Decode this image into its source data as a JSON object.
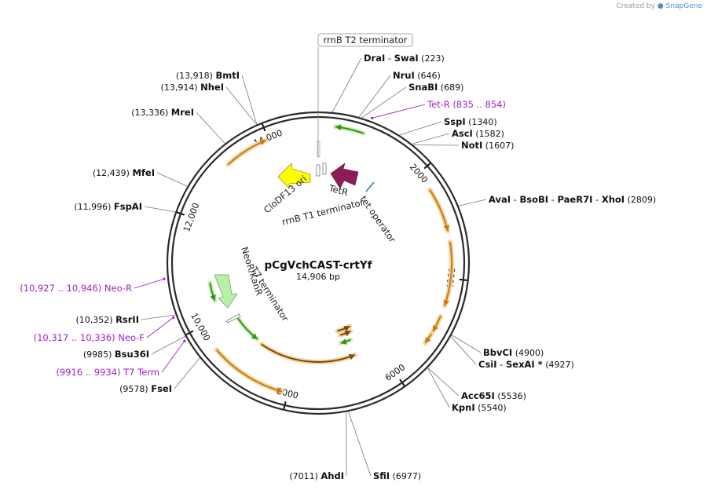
{
  "credit": {
    "prefix": "Created by",
    "brand": "SnapGene"
  },
  "plasmid": {
    "name": "pCgVchCAST-crtYf",
    "size_label": "14,906 bp",
    "length_bp": 14906
  },
  "colors": {
    "backbone": "#2b2b2b",
    "orf_fill": "#c97a12",
    "orf_halo": "#f3d59e",
    "primer": "#a020c8",
    "cloDF13_ori": "#ffff00",
    "tetR": "#8b1e57",
    "neoR_kanR": "#b8f0a8",
    "green_arrow": "#3a8e1a",
    "tet_operator": "#2a7ab8",
    "terminator": "#888888"
  },
  "ticks": [
    {
      "bp": 2000,
      "label": "2000"
    },
    {
      "bp": 4000,
      "label": "4000"
    },
    {
      "bp": 6000,
      "label": "6000"
    },
    {
      "bp": 8000,
      "label": "8000"
    },
    {
      "bp": 10000,
      "label": "10,000"
    },
    {
      "bp": 12000,
      "label": "12,000"
    },
    {
      "bp": 14000,
      "label": "14,000"
    }
  ],
  "sites": [
    {
      "id": "dral-swal",
      "names": [
        "DraI",
        "SwaI"
      ],
      "pos": "(223)",
      "bp": 223,
      "side": "right",
      "star": false
    },
    {
      "id": "nrui",
      "names": [
        "NruI"
      ],
      "pos": "(646)",
      "bp": 646,
      "side": "right",
      "star": false
    },
    {
      "id": "snabi",
      "names": [
        "SnaBI"
      ],
      "pos": "(689)",
      "bp": 689,
      "side": "right",
      "star": false
    },
    {
      "id": "sspi",
      "names": [
        "SspI"
      ],
      "pos": "(1340)",
      "bp": 1340,
      "side": "right",
      "star": false
    },
    {
      "id": "asci",
      "names": [
        "AscI"
      ],
      "pos": "(1582)",
      "bp": 1582,
      "side": "right",
      "star": false
    },
    {
      "id": "noti",
      "names": [
        "NotI"
      ],
      "pos": "(1607)",
      "bp": 1607,
      "side": "right",
      "star": false
    },
    {
      "id": "aval-xhoi",
      "names": [
        "AvaI",
        "BsoBI",
        "PaeR7I",
        "XhoI"
      ],
      "pos": "(2809)",
      "bp": 2809,
      "side": "right",
      "star": false
    },
    {
      "id": "bbvci",
      "names": [
        "BbvCI"
      ],
      "pos": "(4900)",
      "bp": 4900,
      "side": "right",
      "star": false
    },
    {
      "id": "csii-sexai",
      "names": [
        "CsiI",
        "SexAI"
      ],
      "pos": "(4927)",
      "bp": 4927,
      "side": "right",
      "star": true
    },
    {
      "id": "acc65i",
      "names": [
        "Acc65I"
      ],
      "pos": "(5536)",
      "bp": 5536,
      "side": "right",
      "star": false
    },
    {
      "id": "kpni",
      "names": [
        "KpnI"
      ],
      "pos": "(5540)",
      "bp": 5540,
      "side": "right",
      "star": false
    },
    {
      "id": "sfii",
      "names": [
        "SfiI"
      ],
      "pos": "(6977)",
      "bp": 6977,
      "side": "right",
      "star": false
    },
    {
      "id": "ahdi",
      "names": [
        "AhdI"
      ],
      "pos": "(7011)",
      "bp": 7011,
      "side": "left",
      "star": false
    },
    {
      "id": "fsei",
      "names": [
        "FseI"
      ],
      "pos": "(9578)",
      "bp": 9578,
      "side": "left",
      "star": false
    },
    {
      "id": "bsu36i",
      "names": [
        "Bsu36I"
      ],
      "pos": "(9985)",
      "bp": 9985,
      "side": "left",
      "star": false
    },
    {
      "id": "rsrii",
      "names": [
        "RsrII"
      ],
      "pos": "(10,352)",
      "bp": 10352,
      "side": "left",
      "star": false
    },
    {
      "id": "fspai",
      "names": [
        "FspAI"
      ],
      "pos": "(11,996)",
      "bp": 11996,
      "side": "left",
      "star": false
    },
    {
      "id": "mfei",
      "names": [
        "MfeI"
      ],
      "pos": "(12,439)",
      "bp": 12439,
      "side": "left",
      "star": false
    },
    {
      "id": "mrei",
      "names": [
        "MreI"
      ],
      "pos": "(13,336)",
      "bp": 13336,
      "side": "left",
      "star": false
    },
    {
      "id": "nhei",
      "names": [
        "NheI"
      ],
      "pos": "(13,914)",
      "bp": 13914,
      "side": "left",
      "star": false
    },
    {
      "id": "bmti",
      "names": [
        "BmtI"
      ],
      "pos": "(13,918)",
      "bp": 13918,
      "side": "left",
      "star": false
    }
  ],
  "primers": [
    {
      "id": "tet-r",
      "name": "Tet-R",
      "pos": "(835 .. 854)",
      "bp": 845,
      "side": "right"
    },
    {
      "id": "neo-r",
      "name": "Neo-R",
      "pos": "(10,927 .. 10,946)",
      "bp": 10936,
      "side": "left"
    },
    {
      "id": "neo-f",
      "name": "Neo-F",
      "pos": "(10,317 .. 10,336)",
      "bp": 10326,
      "side": "left"
    },
    {
      "id": "t7-term",
      "name": "T7 Term",
      "pos": "(9916 .. 9934)",
      "bp": 9925,
      "side": "left"
    }
  ],
  "boxed_feature": {
    "name": "rrnB T2 terminator",
    "bp": 14880
  },
  "inner_labels": {
    "clodf13_ori": "CloDF13 ori",
    "rrnb_t1": "rrnB T1 terminator",
    "tetr": "TetR",
    "tet_operator": "tet operator",
    "neor_kanr": "NeoR/KanR",
    "t7_terminator": "T7 terminator"
  },
  "orf_arcs": [
    {
      "start": 2350,
      "end": 3150,
      "dir": "cw"
    },
    {
      "start": 3350,
      "end": 4500,
      "dir": "cw"
    },
    {
      "start": 4700,
      "end": 5000,
      "dir": "cw"
    },
    {
      "start": 5050,
      "end": 5250,
      "dir": "cw"
    },
    {
      "start": 8100,
      "end": 9500,
      "dir": "ccw"
    },
    {
      "start": 13150,
      "end": 13950,
      "dir": "cw"
    }
  ],
  "inner_arcs": [
    {
      "r": 126,
      "start": 6550,
      "end": 8900,
      "dir": "ccw",
      "kind": "orf"
    },
    {
      "r": 124,
      "start": 9050,
      "end": 9750,
      "dir": "ccw",
      "kind": "green"
    },
    {
      "r": 140,
      "start": 10350,
      "end": 10750,
      "dir": "ccw",
      "kind": "green"
    },
    {
      "r": 106,
      "start": 6500,
      "end": 6800,
      "dir": "cw",
      "kind": "green"
    },
    {
      "r": 96,
      "start": 6400,
      "end": 6750,
      "dir": "ccw",
      "kind": "orf"
    },
    {
      "r": 90,
      "start": 6350,
      "end": 6800,
      "dir": "ccw",
      "kind": "orf"
    },
    {
      "r": 175,
      "start": 300,
      "end": 800,
      "dir": "ccw",
      "kind": "green"
    }
  ]
}
